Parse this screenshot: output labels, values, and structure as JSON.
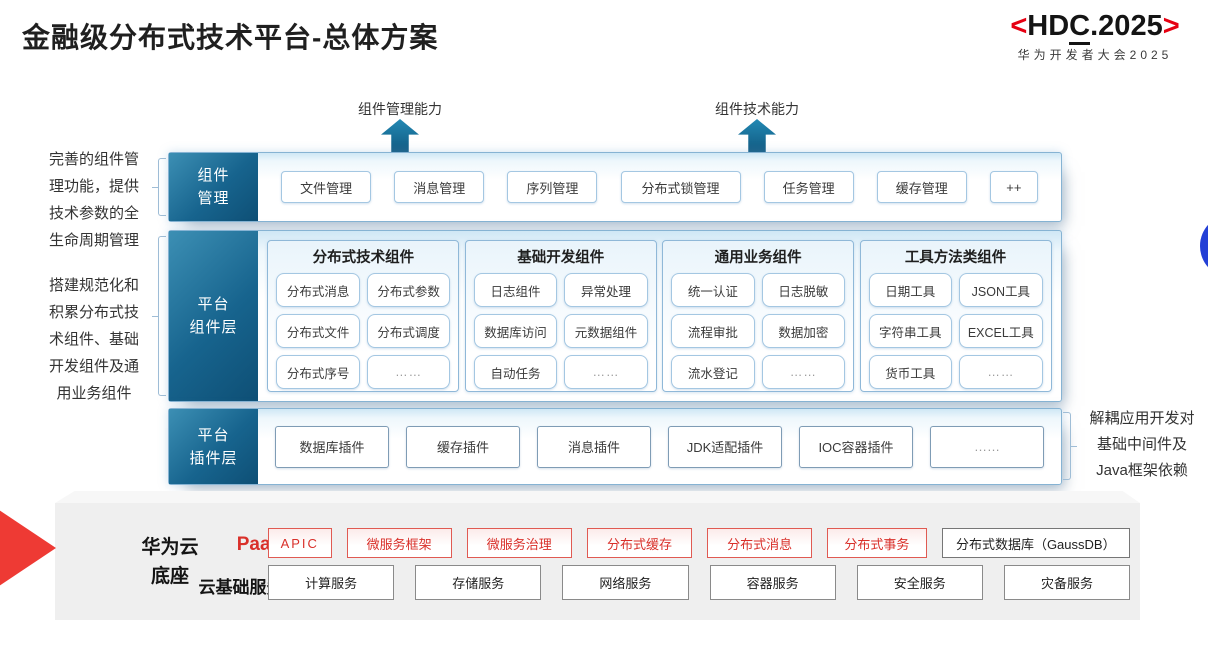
{
  "title": "金融级分布式技术平台-总体方案",
  "logo": {
    "open": "<",
    "hd": "HD",
    "c": "C",
    "rest": ".2025",
    "close": ">",
    "subtitle": "华为开发者大会2025"
  },
  "capability_arrows": [
    {
      "label": "组件管理能力"
    },
    {
      "label": "组件技术能力"
    }
  ],
  "left_notes": [
    "完善的组件管\n理功能，提供\n技术参数的全\n生命周期管理",
    "搭建规范化和\n积累分布式技\n术组件、基础\n开发组件及通\n用业务组件"
  ],
  "right_note": "解耦应用开发对\n基础中间件及\nJava框架依赖",
  "layers": {
    "management": {
      "label_lines": [
        "组件",
        "管理"
      ],
      "items": [
        "文件管理",
        "消息管理",
        "序列管理",
        "分布式锁管理",
        "任务管理",
        "缓存管理",
        "++"
      ]
    },
    "components": {
      "label_lines": [
        "平台",
        "组件层"
      ],
      "groups": [
        {
          "title": "分布式技术组件",
          "items": [
            "分布式消息",
            "分布式参数",
            "分布式文件",
            "分布式调度",
            "分布式序号",
            "……"
          ]
        },
        {
          "title": "基础开发组件",
          "items": [
            "日志组件",
            "异常处理",
            "数据库访问",
            "元数据组件",
            "自动任务",
            "……"
          ]
        },
        {
          "title": "通用业务组件",
          "items": [
            "统一认证",
            "日志脱敏",
            "流程审批",
            "数据加密",
            "流水登记",
            "……"
          ]
        },
        {
          "title": "工具方法类组件",
          "items": [
            "日期工具",
            "JSON工具",
            "字符串工具",
            "EXCEL工具",
            "货币工具",
            "……"
          ]
        }
      ]
    },
    "plugins": {
      "label_lines": [
        "平台",
        "插件层"
      ],
      "items": [
        "数据库插件",
        "缓存插件",
        "消息插件",
        "JDK适配插件",
        "IOC容器插件",
        "……"
      ]
    }
  },
  "foundation": {
    "label": "华为云\n底座",
    "paas": {
      "label": "PaaS",
      "items": [
        "APIC",
        "微服务框架",
        "微服务治理",
        "分布式缓存",
        "分布式消息",
        "分布式事务"
      ],
      "db_item": "分布式数据库（GaussDB）"
    },
    "cloud": {
      "label": "云基础服务",
      "items": [
        "计算服务",
        "存储服务",
        "网络服务",
        "容器服务",
        "安全服务",
        "灾备服务"
      ]
    }
  },
  "colors": {
    "accent_red": "#D9302A",
    "logo_red": "#E60012",
    "teal_dark": "#0E4F75",
    "teal_light": "#3C8FB4",
    "box_border_blue": "#A4C7E2",
    "circle_blue": "#2440D6",
    "foundation_gray": "#EFEFEF"
  }
}
